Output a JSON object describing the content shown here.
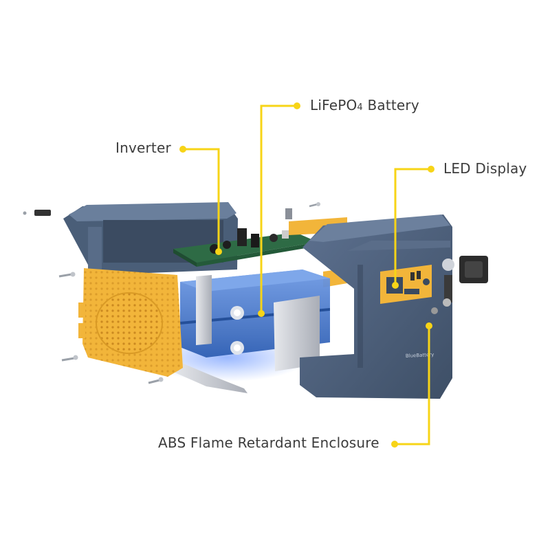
{
  "callouts": {
    "battery": {
      "label": "LiFePO",
      "subscript": "4",
      "suffix": " Battery"
    },
    "inverter": {
      "label": "Inverter"
    },
    "display": {
      "label": "LED Display"
    },
    "enclosure": {
      "label": "ABS Flame Retardant Enclosure"
    }
  },
  "device_brand_mark": "BlueBattery",
  "colors": {
    "leader_line": "#f7d417",
    "enclosure_blue": "#4a5e78",
    "accent_orange": "#f2b53a",
    "cell_blue": "#3f72c9",
    "pcb_green": "#2e6b45",
    "metal": "#c9ccd2"
  }
}
